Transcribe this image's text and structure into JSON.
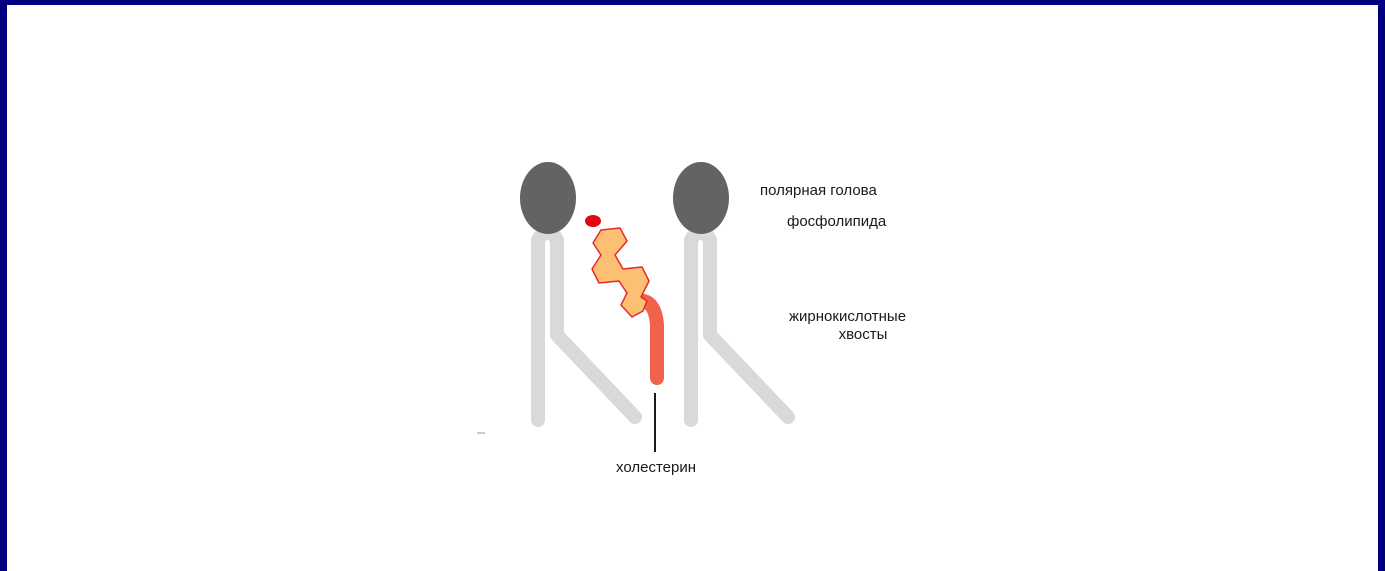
{
  "labels": {
    "polar_head_line1": "полярная голова",
    "polar_head_line2": "фосфолипида",
    "tails_line1": "жирнокислотные",
    "tails_line2": "хвосты",
    "cholesterol": "холестерин"
  },
  "colors": {
    "frame": "#000080",
    "background": "#ffffff",
    "head": "#636363",
    "tail": "#d9d9d9",
    "sterol_ring_fill": "#fdc073",
    "sterol_ring_stroke": "#e8292b",
    "sterol_oh": "#e30613",
    "sterol_tail": "#f0624a",
    "pointer": "#1a1a1a"
  }
}
